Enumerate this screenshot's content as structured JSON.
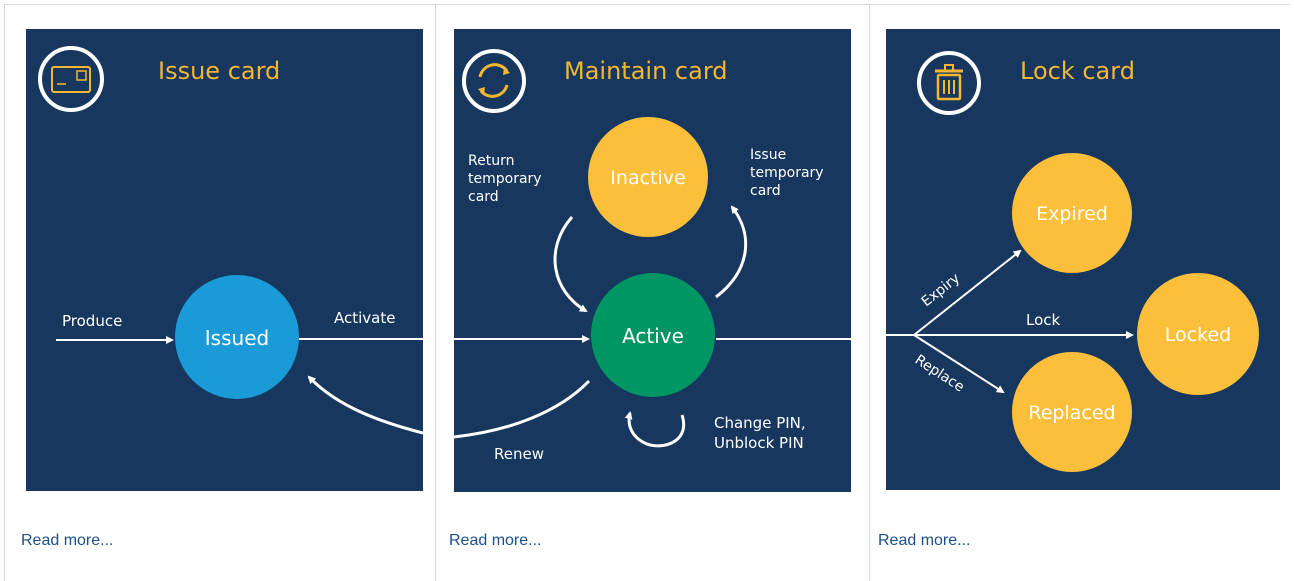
{
  "panels": [
    {
      "title": "Issue card",
      "icon": "credit-card-icon",
      "labels": {
        "produce": "Produce",
        "activate": "Activate"
      },
      "nodes": {
        "issued": "Issued"
      },
      "read_more": "Read more..."
    },
    {
      "title": "Maintain card",
      "icon": "refresh-icon",
      "labels": {
        "return_temp": [
          "Return",
          "temporary",
          "card"
        ],
        "issue_temp": [
          "Issue",
          "temporary",
          "card"
        ],
        "renew": "Renew",
        "change_pin": [
          "Change PIN,",
          "Unblock PIN"
        ]
      },
      "nodes": {
        "inactive": "Inactive",
        "active": "Active"
      },
      "read_more": "Read more..."
    },
    {
      "title": "Lock card",
      "icon": "trash-icon",
      "labels": {
        "expiry": "Expiry",
        "lock": "Lock",
        "replace": "Replace"
      },
      "nodes": {
        "expired": "Expired",
        "locked": "Locked",
        "replaced": "Replaced"
      },
      "read_more": "Read more..."
    }
  ],
  "colors": {
    "panel_bg": "#17375e",
    "title": "#f5b731",
    "issued": "#1a9ad6",
    "active": "#009664",
    "yellow_node": "#fbbf3b",
    "link": "#1c4f8c"
  }
}
